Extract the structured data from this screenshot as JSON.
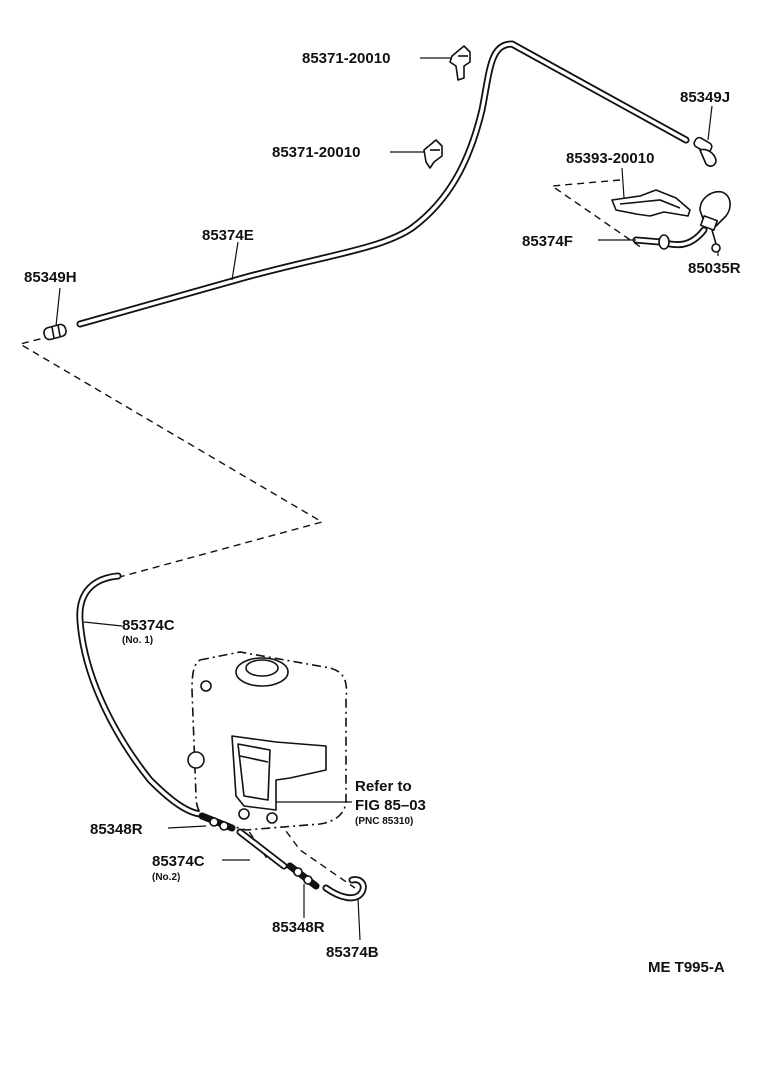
{
  "labels": {
    "clip_upper": "85371-20010",
    "clip_lower": "85371-20010",
    "joint_j": "85349J",
    "bracket": "85393-20010",
    "hose_f": "85374F",
    "nozzle": "85035R",
    "hose_e": "85374E",
    "joint_h": "85349H",
    "hose_c1": "85374C",
    "hose_c1_note": "(No. 1)",
    "refer_to": "Refer to",
    "refer_fig": "FIG 85–03",
    "refer_pnc": "(PNC 85310)",
    "valve_upper": "85348R",
    "hose_c2": "85374C",
    "hose_c2_note": "(No.2)",
    "valve_lower": "85348R",
    "hose_b": "85374B"
  },
  "figure_code": "ME T995-A"
}
